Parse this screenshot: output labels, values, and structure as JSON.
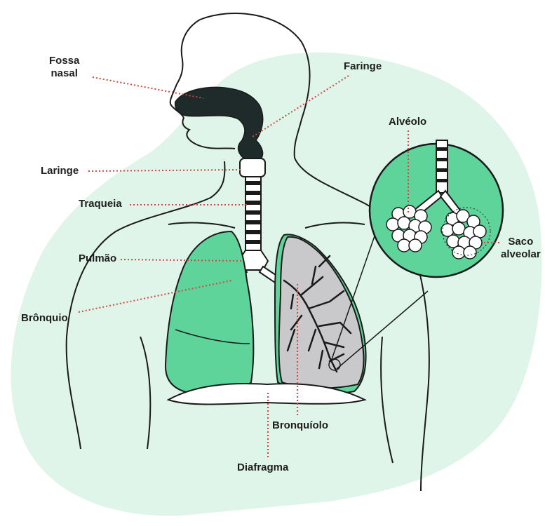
{
  "diagram": {
    "labels": {
      "fossa_nasal": [
        "Fossa",
        "nasal"
      ],
      "faringe": "Faringe",
      "laringe": "Laringe",
      "traqueia": "Traqueia",
      "pulmao": "Pulmão",
      "bronquio": "Brônquio",
      "alveolo": "Alvéolo",
      "saco_alveolar": [
        "Saco",
        "alveolar"
      ],
      "bronquiolo": "Bronquíolo",
      "diafragma": "Diafragma"
    },
    "colors": {
      "background_blob": "#dff5ea",
      "lung_green": "#5ed39a",
      "lung_gray": "#c9c9cb",
      "outline": "#1a1a1a",
      "leader_line": "#d2473f",
      "airway_dark": "#1f2a2a"
    }
  }
}
